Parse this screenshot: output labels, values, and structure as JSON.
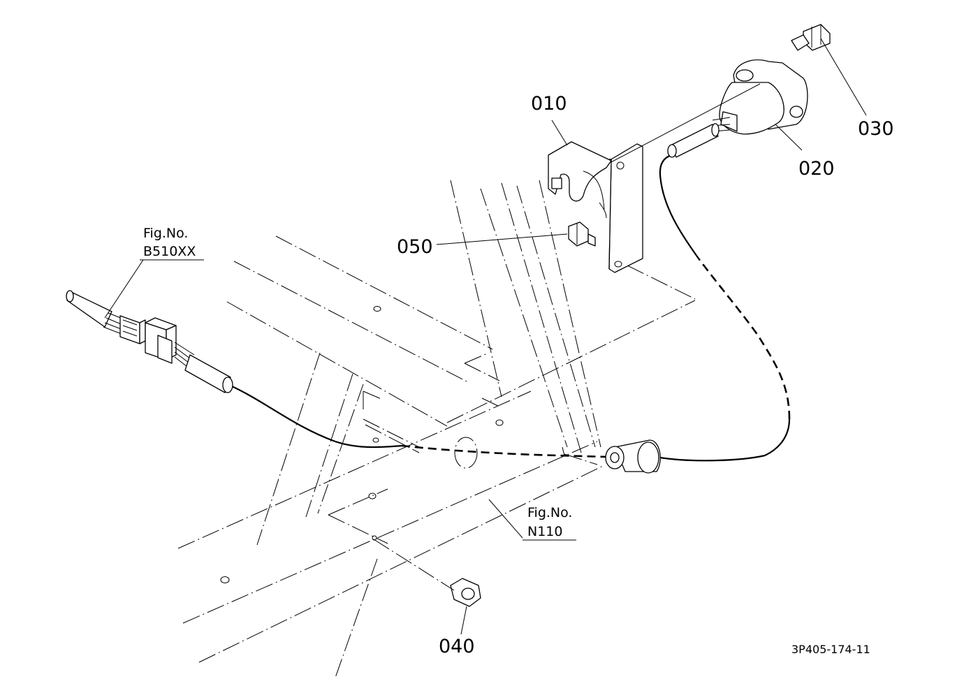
{
  "parts": [
    {
      "id": "p010",
      "label": "010"
    },
    {
      "id": "p020",
      "label": "020"
    },
    {
      "id": "p030",
      "label": "030"
    },
    {
      "id": "p040",
      "label": "040"
    },
    {
      "id": "p050",
      "label": "050"
    }
  ],
  "refs": [
    {
      "id": "ref-b510",
      "line1": "Fig.No.",
      "line2": "B510XX"
    },
    {
      "id": "ref-n110",
      "line1": "Fig.No.",
      "line2": "N110"
    }
  ],
  "drawing_code": "3P405-174-11"
}
